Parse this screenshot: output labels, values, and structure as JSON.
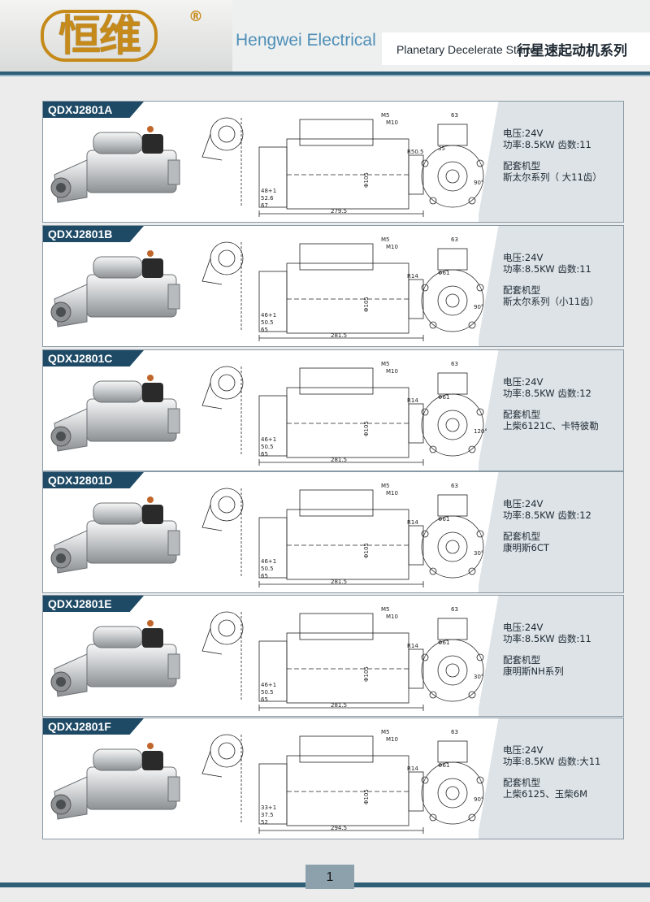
{
  "header": {
    "logo_text": "恒维",
    "logo_mark": "®",
    "brand_en": "Hengwei Electrical",
    "subtitle_en": "Planetary Decelerate Starter",
    "subtitle_cn": "行星速起动机系列"
  },
  "products": [
    {
      "model": "QDXJ2801A",
      "voltage": "电压:24V",
      "power_teeth": "功率:8.5KW   齿数:11",
      "fit_label": "配套机型",
      "fit": "斯太尔系列（ 大11齿）",
      "dims": {
        "top": "63",
        "m5": "M5",
        "m10": "M10",
        "len": "279.5",
        "a": "48+1",
        "b": "52.6",
        "c": "67",
        "r": "R50.5",
        "angle": "90°",
        "d": "Φ105",
        "e": "35"
      }
    },
    {
      "model": "QDXJ2801B",
      "voltage": "电压:24V",
      "power_teeth": "功率:8.5KW   齿数:11",
      "fit_label": "配套机型",
      "fit": "斯太尔系列（小11齿）",
      "dims": {
        "top": "63",
        "m5": "M5",
        "m10": "M10",
        "len": "281.5",
        "a": "46+1",
        "b": "50.5",
        "c": "65",
        "r": "R14",
        "angle": "90°",
        "d": "Φ105",
        "e": "Φ61"
      }
    },
    {
      "model": "QDXJ2801C",
      "voltage": "电压:24V",
      "power_teeth": "功率:8.5KW   齿数:12",
      "fit_label": "配套机型",
      "fit": "上柴6121C、卡特彼勒",
      "dims": {
        "top": "63",
        "m5": "M5",
        "m10": "M10",
        "len": "281.5",
        "a": "46+1",
        "b": "50.5",
        "c": "65",
        "r": "R14",
        "angle": "120°",
        "d": "Φ105",
        "e": "Φ61"
      }
    },
    {
      "model": "QDXJ2801D",
      "voltage": "电压:24V",
      "power_teeth": "功率:8.5KW   齿数:12",
      "fit_label": "配套机型",
      "fit": "康明斯6CT",
      "dims": {
        "top": "63",
        "m5": "M5",
        "m10": "M10",
        "len": "281.5",
        "a": "46+1",
        "b": "50.5",
        "c": "65",
        "r": "R14",
        "angle": "30°",
        "d": "Φ105",
        "e": "Φ61"
      }
    },
    {
      "model": "QDXJ2801E",
      "voltage": "电压:24V",
      "power_teeth": "功率:8.5KW   齿数:11",
      "fit_label": "配套机型",
      "fit": "康明斯NH系列",
      "dims": {
        "top": "63",
        "m5": "M5",
        "m10": "M10",
        "len": "281.5",
        "a": "46+1",
        "b": "50.5",
        "c": "65",
        "r": "R14",
        "angle": "30°",
        "d": "Φ105",
        "e": "Φ61"
      }
    },
    {
      "model": "QDXJ2801F",
      "voltage": "电压:24V",
      "power_teeth": "功率:8.5KW   齿数:大11",
      "fit_label": "配套机型",
      "fit": "上柴6125、玉柴6M",
      "dims": {
        "top": "63",
        "m5": "M5",
        "m10": "M10",
        "len": "294.5",
        "a": "33+1",
        "b": "37.5",
        "c": "52",
        "r": "R14",
        "angle": "90°",
        "d": "Φ105",
        "e": "Φ61"
      }
    }
  ],
  "footer": {
    "page_number": "1"
  },
  "colors": {
    "accent": "#1e4a66",
    "logo": "#c58a1a",
    "brand_blue": "#4e8fb6"
  }
}
